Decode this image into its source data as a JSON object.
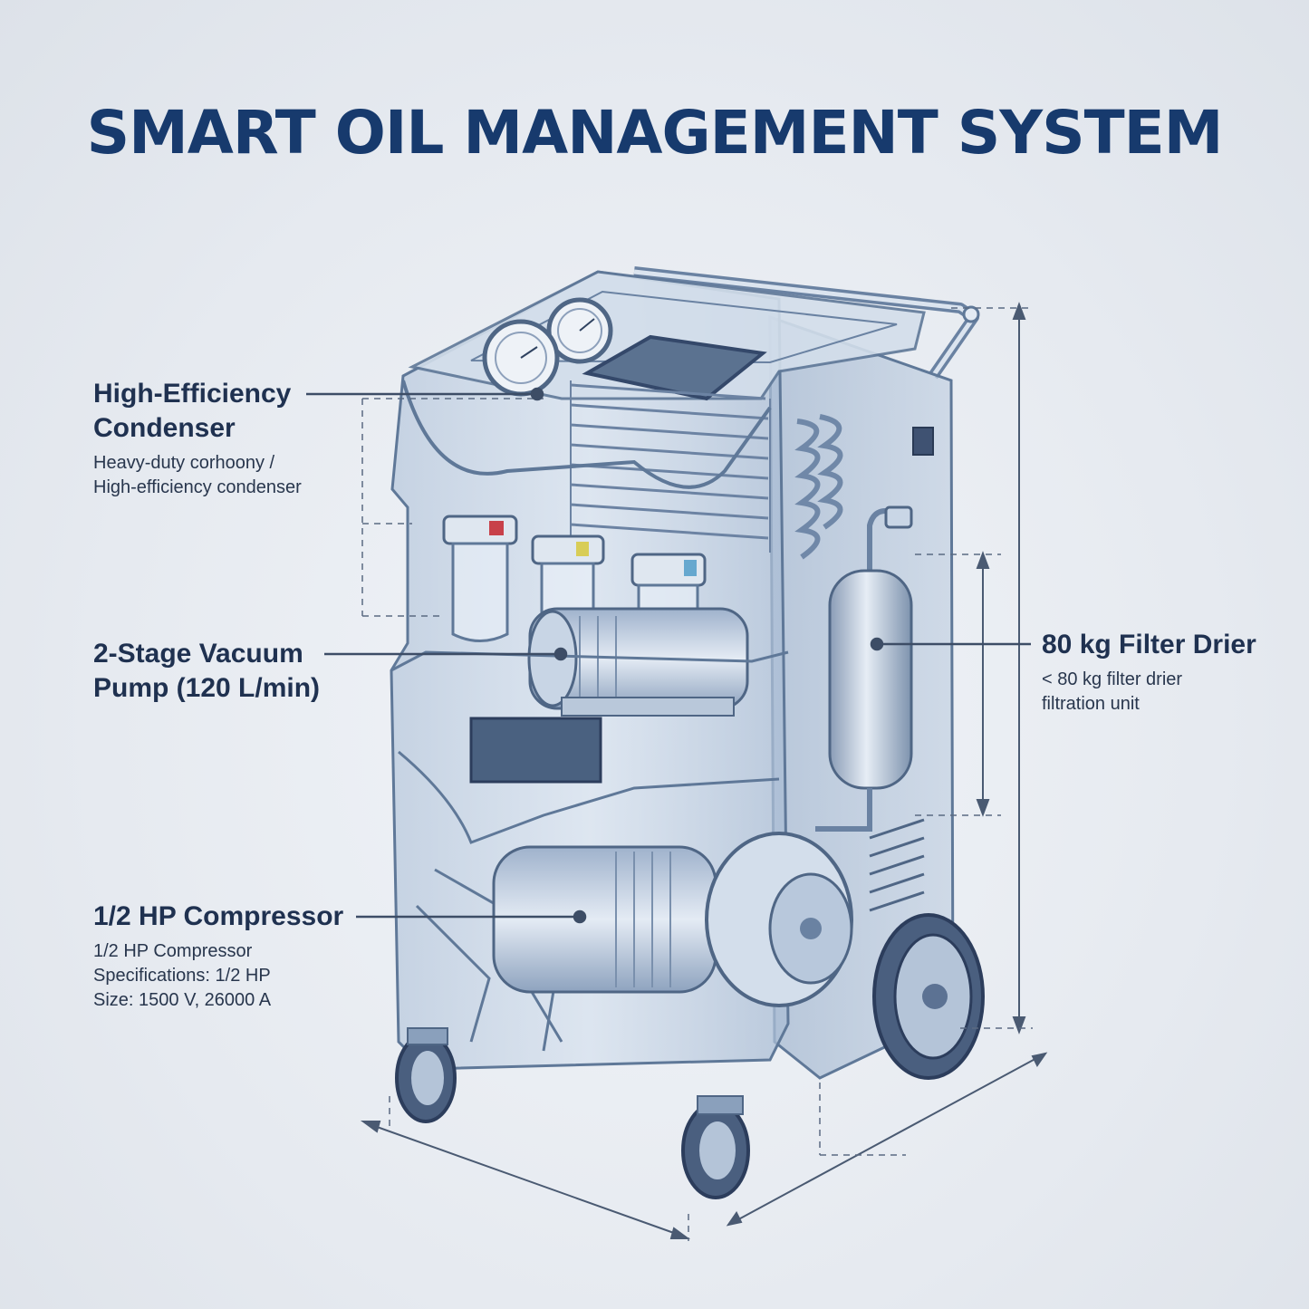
{
  "title": "SMART OIL MANAGEMENT SYSTEM",
  "callouts": {
    "condenser": {
      "heading_1": "High-Efficiency",
      "heading_2": "Condenser",
      "desc_1": "Heavy-duty corhoony /",
      "desc_2": "High-efficiency condenser"
    },
    "vacuum_pump": {
      "heading_1": "2-Stage Vacuum",
      "heading_2": "Pump (120 L/min)"
    },
    "compressor": {
      "heading": "1/2 HP Compressor",
      "desc_1": "1/2 HP Compressor",
      "desc_2": "Specifications: 1/2 HP",
      "desc_3": "Size: 1500 V, 26000 A"
    },
    "filter_drier": {
      "heading": "80 kg Filter Drier",
      "desc_1": "< 80 kg filter drier",
      "desc_2": "filtration unit"
    }
  },
  "colors": {
    "title": "#173a6d",
    "line": "#3d4d66",
    "body_fill": "#c9d6e6",
    "body_stroke": "#5f7898"
  }
}
